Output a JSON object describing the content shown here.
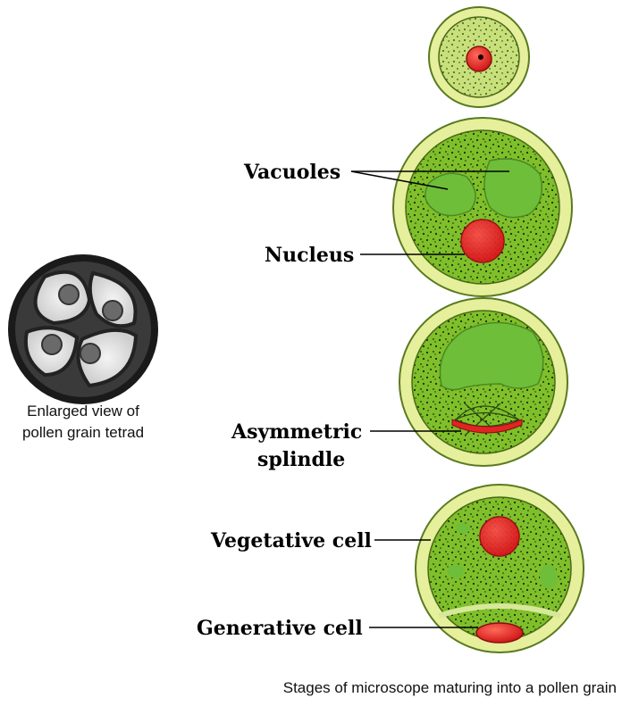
{
  "tetrad": {
    "caption_line1": "Enlarged view of",
    "caption_line2": "pollen grain tetrad"
  },
  "labels": {
    "vacuoles": "Vacuoles",
    "nucleus": "Nucleus",
    "asymmetric_line1": "Asymmetric",
    "asymmetric_line2": "splindle",
    "vegetative": "Vegetative cell",
    "generative": "Generative cell"
  },
  "caption": "Stages of microscope maturing into a pollen grain",
  "colors": {
    "outer_wall": "#e6ef9b",
    "cytoplasm": "#7fbf2a",
    "vacuole": "#6fbe3a",
    "nucleus": "#e02424",
    "spindle": "#e02424"
  }
}
